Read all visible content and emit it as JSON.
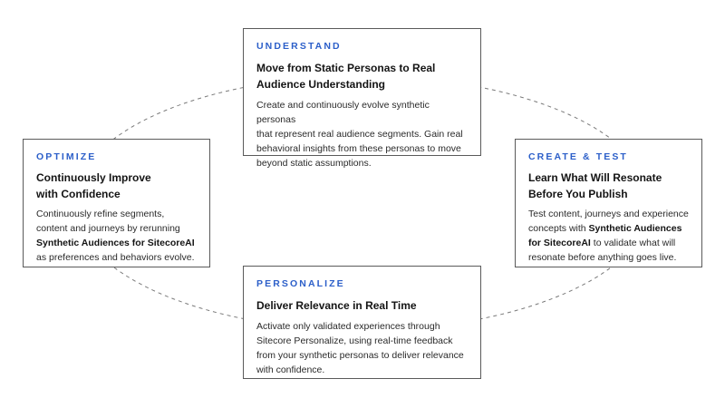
{
  "diagram": {
    "ring_color": "#7a7a7a",
    "accent_color": "#2c5fc9",
    "cards": {
      "understand": {
        "label": "UNDERSTAND",
        "title_lines": [
          "Move from Static Personas to Real",
          "Audience Understanding"
        ],
        "body_lines": [
          "Create and continuously evolve synthetic personas",
          "that represent real audience segments. Gain real",
          "behavioral insights from these personas to move",
          "beyond static assumptions."
        ]
      },
      "optimize": {
        "label": "OPTIMIZE",
        "title_lines": [
          "Continuously Improve",
          "with Confidence"
        ],
        "body_lines": [
          "Continuously refine segments,",
          "content and journeys by rerunning"
        ],
        "body_bold_line": "Synthetic Audiences for SitecoreAI",
        "body_tail_line": "as preferences and behaviors evolve."
      },
      "create_test": {
        "label": "CREATE & TEST",
        "title_lines": [
          "Learn What Will Resonate",
          "Before You Publish"
        ],
        "body_line_1": "Test content, journeys and experience",
        "body_line_2_plain": "concepts with ",
        "body_line_2_bold": "Synthetic Audiences",
        "body_line_3_bold": "for SitecoreAI",
        "body_line_3_plain": " to validate what will",
        "body_line_4": "resonate before anything goes live."
      },
      "personalize": {
        "label": "PERSONALIZE",
        "title_lines": [
          "Deliver Relevance in Real Time"
        ],
        "body_lines": [
          "Activate only validated experiences through",
          "Sitecore Personalize, using real-time feedback",
          "from your synthetic personas to deliver relevance",
          "with confidence."
        ]
      }
    }
  }
}
